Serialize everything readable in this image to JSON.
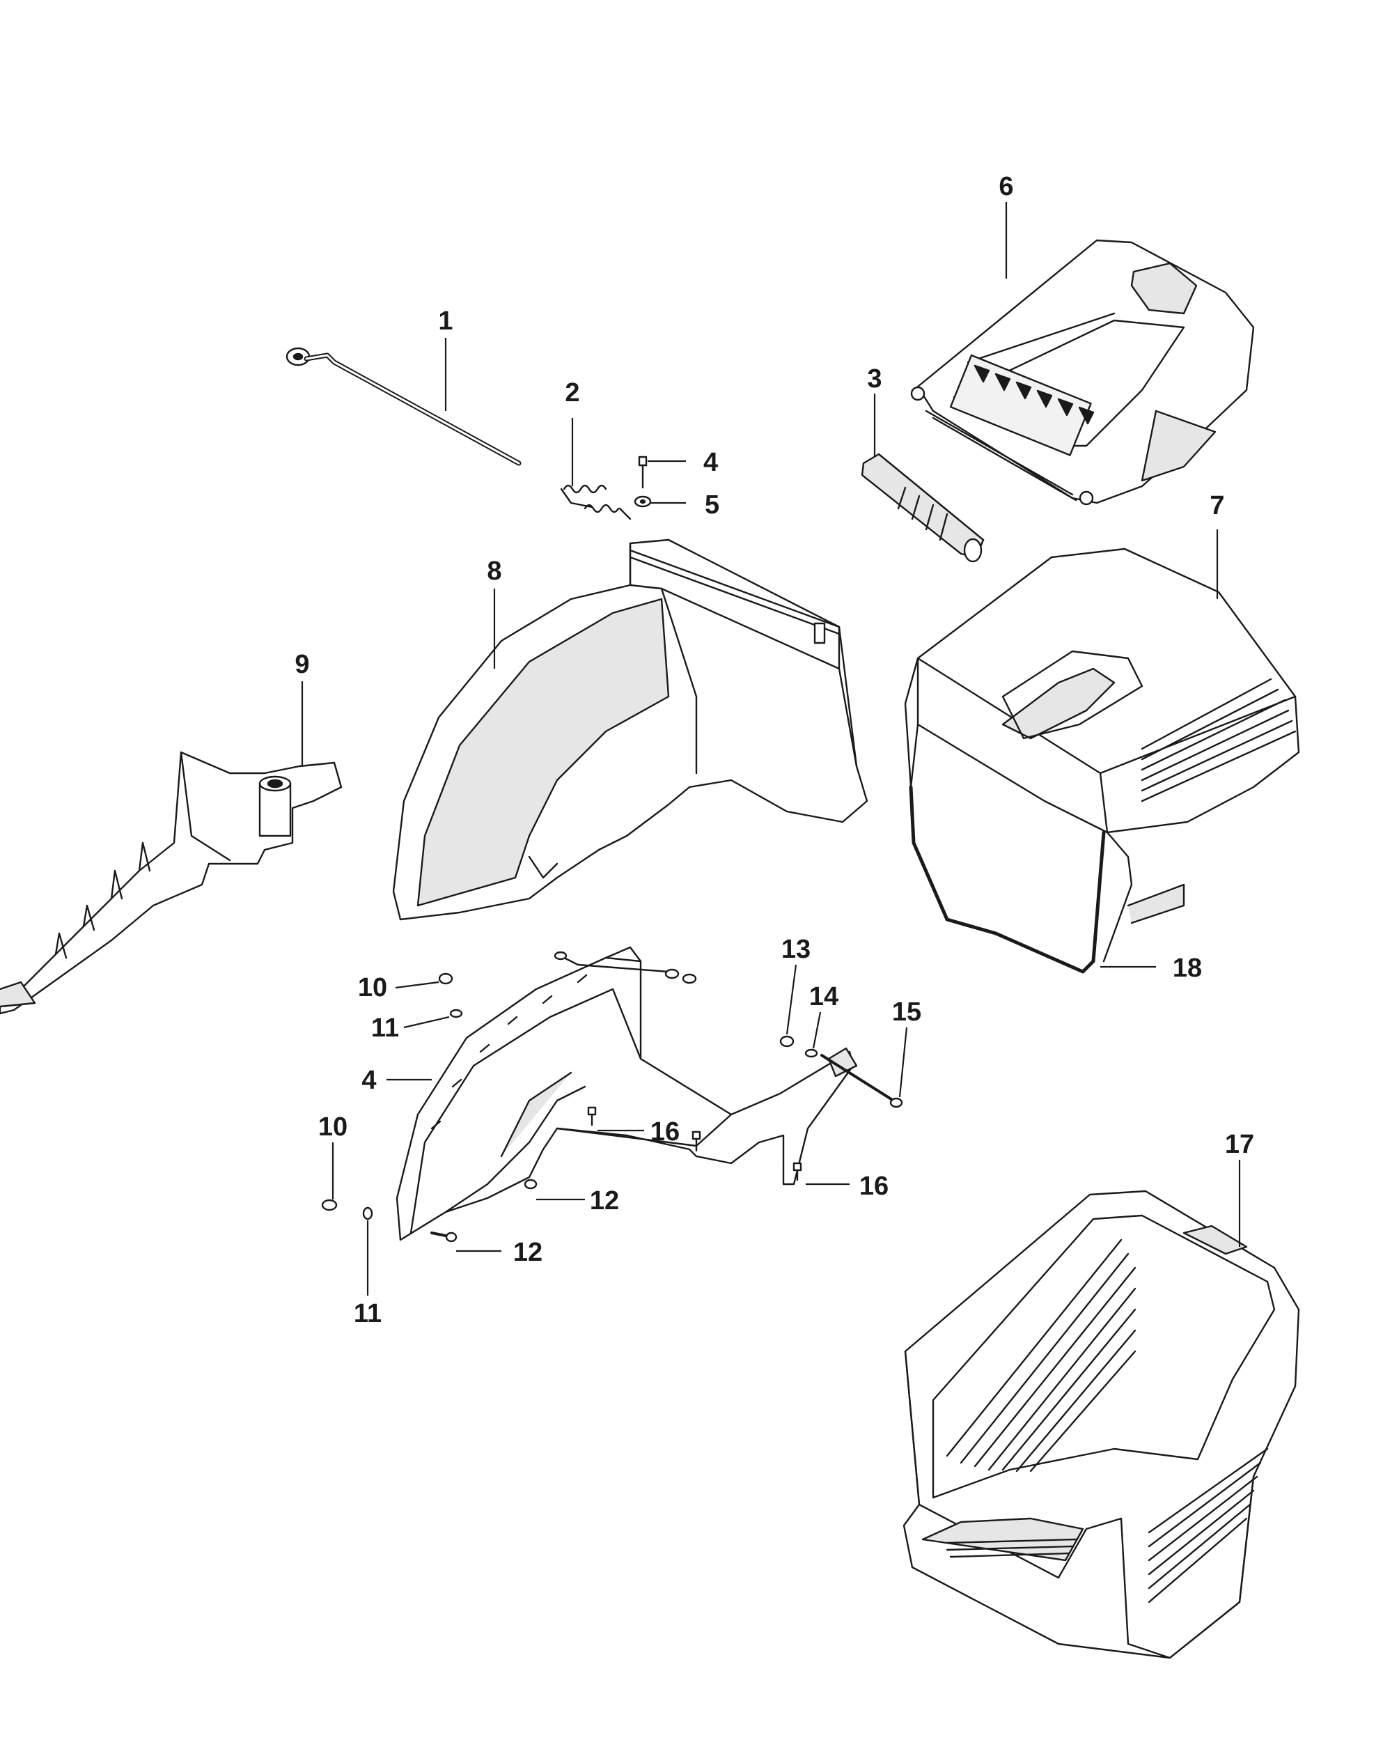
{
  "callouts": [
    {
      "id": "c1",
      "text": "1"
    },
    {
      "id": "c2",
      "text": "2"
    },
    {
      "id": "c3",
      "text": "3"
    },
    {
      "id": "c4a",
      "text": "4"
    },
    {
      "id": "c4b",
      "text": "4"
    },
    {
      "id": "c5",
      "text": "5"
    },
    {
      "id": "c6",
      "text": "6"
    },
    {
      "id": "c7",
      "text": "7"
    },
    {
      "id": "c8",
      "text": "8"
    },
    {
      "id": "c9",
      "text": "9"
    },
    {
      "id": "c10a",
      "text": "10"
    },
    {
      "id": "c10b",
      "text": "10"
    },
    {
      "id": "c11a",
      "text": "11"
    },
    {
      "id": "c11b",
      "text": "11"
    },
    {
      "id": "c12a",
      "text": "12"
    },
    {
      "id": "c12b",
      "text": "12"
    },
    {
      "id": "c13",
      "text": "13"
    },
    {
      "id": "c14",
      "text": "14"
    },
    {
      "id": "c15",
      "text": "15"
    },
    {
      "id": "c16a",
      "text": "16"
    },
    {
      "id": "c16b",
      "text": "16"
    },
    {
      "id": "c17",
      "text": "17"
    },
    {
      "id": "c18",
      "text": "18"
    }
  ]
}
